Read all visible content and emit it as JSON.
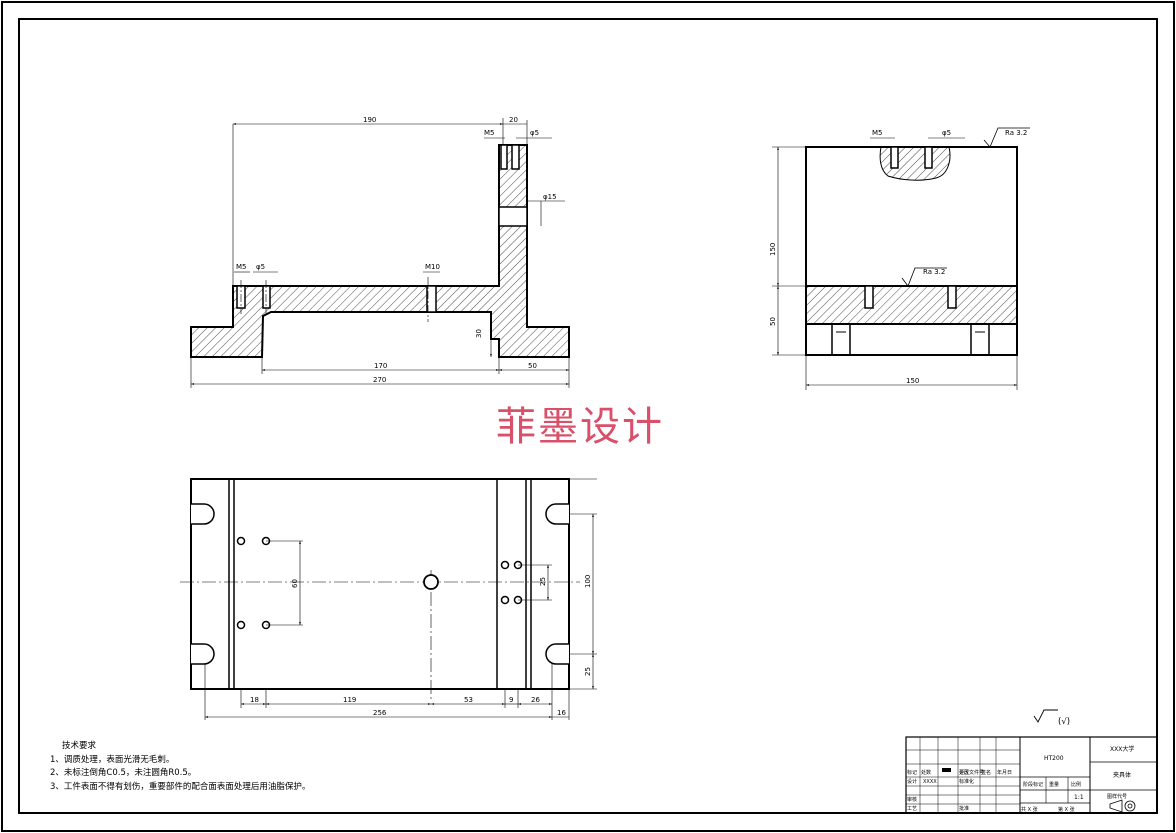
{
  "watermark": "菲墨设计",
  "front_view": {
    "dims": {
      "d190": "190",
      "d20": "20",
      "m5_top": "M5",
      "phi5_top": "φ5",
      "phi15": "φ15",
      "m5_left": "M5",
      "phi5_left": "φ5",
      "m10": "M10",
      "d30": "30",
      "d170": "170",
      "d50": "50",
      "d270": "270"
    }
  },
  "side_view": {
    "dims": {
      "m5": "M5",
      "phi5": "φ5",
      "ra_top": "Ra 3.2",
      "ra_mid": "Ra 3.2",
      "d150v": "150",
      "d50v": "50",
      "d150h": "150"
    }
  },
  "top_view": {
    "dims": {
      "d18": "18",
      "d119": "119",
      "d53": "53",
      "d9": "9",
      "d26": "26",
      "d256": "256",
      "d16": "16",
      "d100": "100",
      "d25r": "25",
      "d25": "25",
      "d60": "60"
    }
  },
  "roughness_note": "(√)",
  "tech_requirements": {
    "title": "技术要求",
    "items": [
      "1、调质处理，表面光滑无毛刺。",
      "2、未标注倒角C0.5，未注圆角R0.5。",
      "3、工件表面不得有划伤，重要部件的配合面表面处理后用油脂保护。"
    ]
  },
  "title_block": {
    "material": "HT200",
    "school": "XXX大学",
    "part_name": "夹具体",
    "scale_label": "比例",
    "scale_value": "1:1",
    "drawing_no_label": "图样代号",
    "designer_label": "设计",
    "designer": "XXXX",
    "standardize_label": "标准化",
    "check_label": "审核",
    "process_label": "工艺",
    "approve_label": "批准",
    "stage_label": "阶段标记",
    "weight_label": "重量",
    "sheets_label": "共 X 张",
    "sheet_label": "第 X 张",
    "mark_header": "标记",
    "count_header": "处数",
    "zone_header": "分区",
    "docno_header": "更改文件号",
    "sign_header": "签名",
    "date_header": "年月日"
  }
}
